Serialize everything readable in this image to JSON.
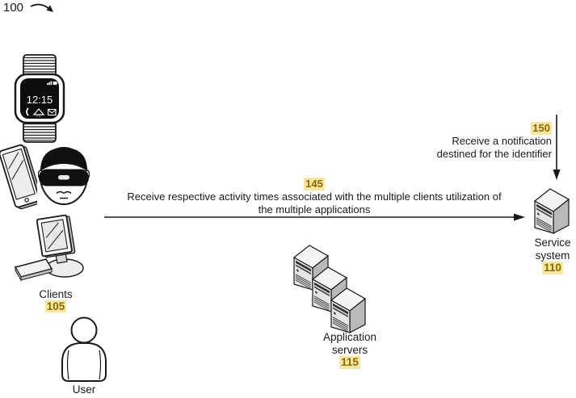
{
  "figure": {
    "ref": "100"
  },
  "colors": {
    "ref_text": "#8a6a00",
    "ref_highlight": "#f6e6a0",
    "ink": "#1a1a1a"
  },
  "watch": {
    "time": "12:15"
  },
  "clients": {
    "label": "Clients",
    "ref": "105"
  },
  "user": {
    "label": "User"
  },
  "application_servers": {
    "label_line1": "Application",
    "label_line2": "servers",
    "ref": "115"
  },
  "service_system": {
    "label_line1": "Service",
    "label_line2": "system",
    "ref": "110"
  },
  "step145": {
    "ref": "145",
    "line1": "Receive respective activity times associated with the multiple clients utilization of",
    "line2": "the multiple applications"
  },
  "step150": {
    "ref": "150",
    "line1": "Receive a notification",
    "line2": "destined for the identifier"
  }
}
